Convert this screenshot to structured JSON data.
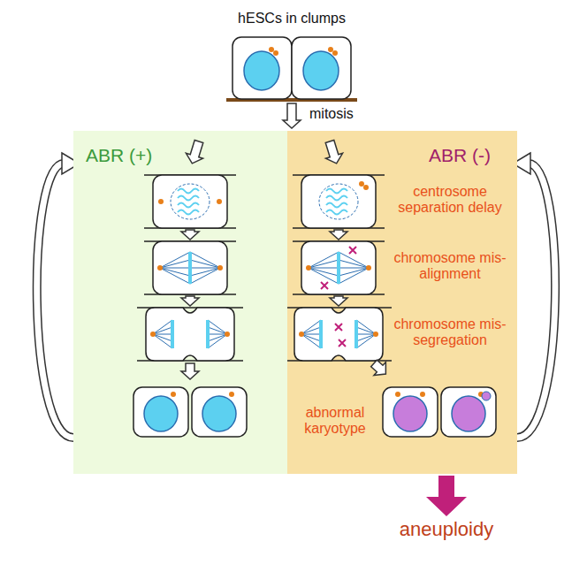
{
  "diagram": {
    "nodes": [
      {
        "text": [
          "ABR (+)"
        ]
      },
      {
        "text": [
          "ABR (-)",
          "centrosome separation delay",
          "chromosome mis-alignment",
          "chromosome mis-segregation",
          "abnormal karyotype"
        ]
      }
    ],
    "labels": [
      "hESCs in clumps",
      "mitosis",
      "aneuploidy"
    ]
  }
}
